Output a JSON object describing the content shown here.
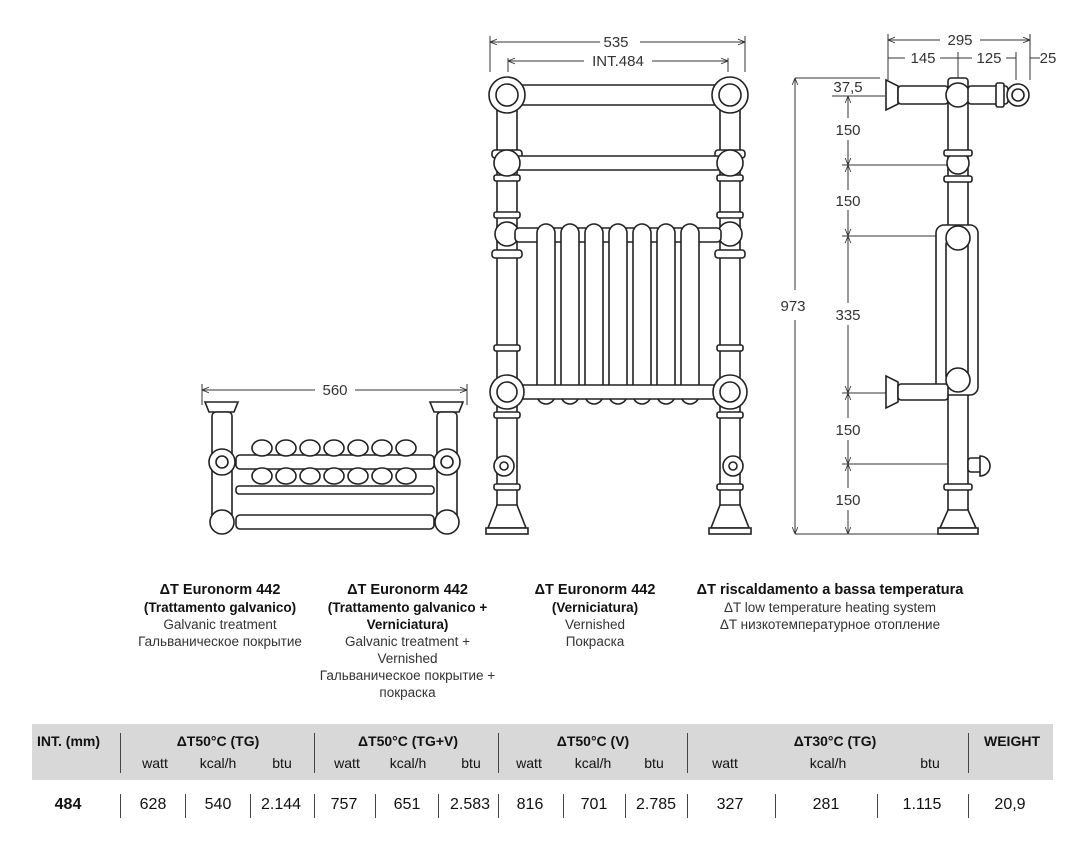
{
  "dimensions": {
    "top_width": "535",
    "top_int": "INT.484",
    "side_depth": "295",
    "side_a": "145",
    "side_b": "125",
    "side_c": "25",
    "side_offset": "37,5",
    "height_total": "973",
    "gap_1": "150",
    "gap_2": "150",
    "gap_3": "335",
    "gap_4": "150",
    "gap_5": "150",
    "plan_width": "560"
  },
  "legend": [
    {
      "title": "ΔT Euronorm 442",
      "bold": [
        "(Trattamento galvanico)"
      ],
      "sub": [
        "Galvanic treatment"
      ],
      "ru": "Гальваническое покрытие"
    },
    {
      "title": "ΔT Euronorm 442",
      "bold": [
        "(Trattamento galvanico +",
        "Verniciatura)"
      ],
      "sub": [
        "Galvanic treatment +",
        "Vernished"
      ],
      "ru": "Гальваническое покрытие +\nпокраска"
    },
    {
      "title": "ΔT Euronorm 442",
      "bold": [
        "(Verniciatura)"
      ],
      "sub": [
        "Vernished"
      ],
      "ru": "Покраска"
    },
    {
      "title": "ΔT riscaldamento a bassa temperatura",
      "bold": [],
      "sub": [
        "ΔT low temperature heating system"
      ],
      "ru": "ΔT низкотемпературное отопление"
    }
  ],
  "table": {
    "int_label": "INT. (mm)",
    "groups": [
      "ΔT50°C (TG)",
      "ΔT50°C (TG+V)",
      "ΔT50°C (V)",
      "ΔT30°C (TG)"
    ],
    "weight_label": "WEIGHT",
    "units": [
      "watt",
      "kcal/h",
      "btu"
    ],
    "row": {
      "int": "484",
      "tg": [
        "628",
        "540",
        "2.144"
      ],
      "tgv": [
        "757",
        "651",
        "2.583"
      ],
      "v": [
        "816",
        "701",
        "2.785"
      ],
      "t30": [
        "327",
        "281",
        "1.115"
      ],
      "weight": "20,9"
    }
  }
}
